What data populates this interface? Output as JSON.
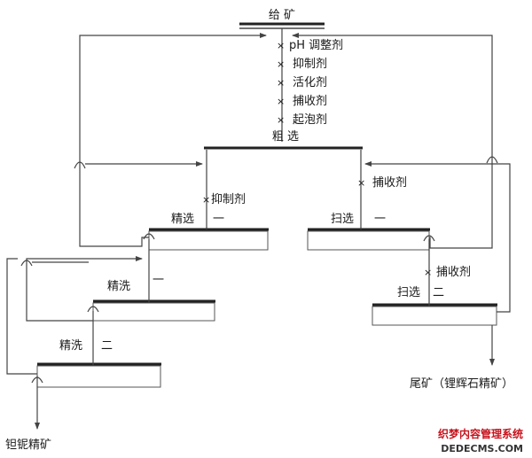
{
  "feed": "给 矿",
  "reagents": [
    "pH 调整剂",
    "抑制剂",
    "活化剂",
    "捕收剂",
    "起泡剂"
  ],
  "rougher": "粗  选",
  "cleaner1": {
    "name": "精选",
    "num": "一",
    "reagent": "抑制剂"
  },
  "scavenger1": {
    "name": "扫选",
    "num": "一",
    "reagent": "捕收剂"
  },
  "scavenger2": {
    "name": "扫选",
    "num": "二",
    "reagent": "捕收剂"
  },
  "cleaner2": {
    "name": "精洗",
    "num": "一"
  },
  "cleaner3": {
    "name": "精洗",
    "num": "二"
  },
  "product": "钽铌精矿",
  "tailings": "尾矿（锂辉石精矿）",
  "watermark": {
    "line1": "织梦内容管理系统",
    "line2": "DEDECMS.COM"
  },
  "x_mark": "×"
}
